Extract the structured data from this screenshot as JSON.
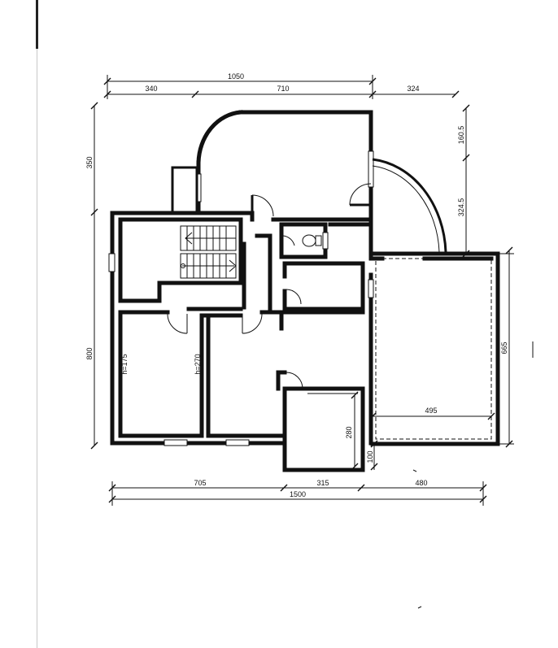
{
  "dimensions": {
    "top_overall": "1050",
    "top_left": "340",
    "top_middle": "710",
    "top_right": "324",
    "left_upper": "350",
    "left_lower": "800",
    "right_upper_a": "160.5",
    "right_upper_b": "324.5",
    "right_lower": "665",
    "bottom_left": "705",
    "bottom_middle": "315",
    "bottom_right": "480",
    "bottom_overall": "1500",
    "garage_width": "495",
    "porch_depth": "280",
    "porch_step": "100"
  },
  "room_labels": {
    "room_left_height": "h=175",
    "room_mid_height": "h=270"
  }
}
